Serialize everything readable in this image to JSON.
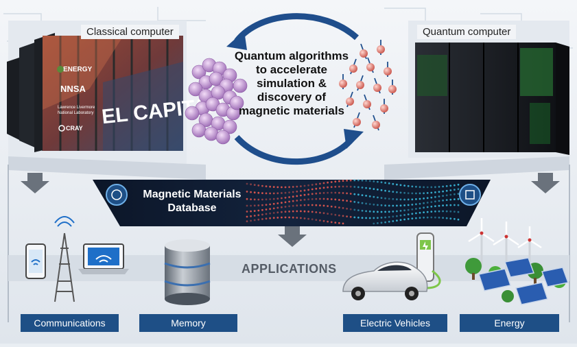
{
  "computers": {
    "classical_label": "Classical computer",
    "quantum_label": "Quantum computer",
    "classical_branding": {
      "lab": "ENERGY",
      "agency": "NNSA",
      "lab_name_line1": "Lawrence Livermore",
      "lab_name_line2": "National Laboratory",
      "vendor": "CRAY",
      "system_name": "EL CAPITAN"
    }
  },
  "center": {
    "lines": [
      "Quantum algorithms",
      "to accelerate",
      "simulation &",
      "discovery of",
      "magnetic materials"
    ]
  },
  "database": {
    "lines": [
      "Magnetic Materials",
      "Database"
    ]
  },
  "applications": {
    "title": "APPLICATIONS",
    "items": [
      "Communications",
      "Memory",
      "Electric Vehicles",
      "Energy"
    ]
  },
  "colors": {
    "banner_dark": "#0d1a2e",
    "app_bar": "#1e4f86",
    "arrow_blue": "#1f4e8c",
    "spin_ball": "#d9726a",
    "cluster": "#b889c9"
  }
}
